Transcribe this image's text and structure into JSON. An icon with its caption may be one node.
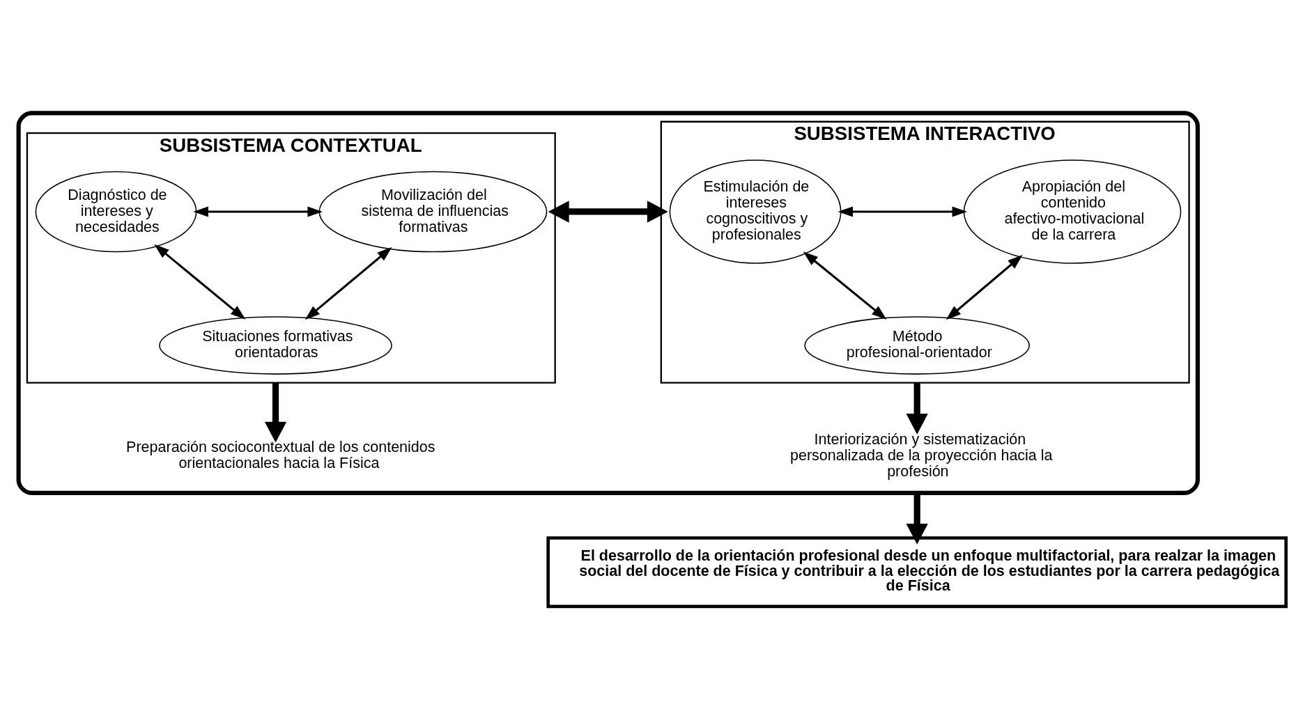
{
  "diagram": {
    "nodes": [
      {
        "text": [],
        "shape": "box"
      },
      {
        "text": [
          "SUBSISTEMA CONTEXTUAL"
        ],
        "in": 0
      },
      {
        "text": [
          "Diagnóstico de intereses y necesidades"
        ],
        "in": 1
      },
      {
        "text": [
          "Movilización del sistema de influencias formativas"
        ],
        "in": 1
      },
      {
        "text": [
          "Situaciones formativas orientadoras"
        ],
        "in": 1
      },
      {
        "text": [
          "SUBSISTEMA INTERACTIVO"
        ],
        "in": 0
      },
      {
        "text": [
          "Estimulación de intereses cognoscitivos y profesionales"
        ],
        "in": 5
      },
      {
        "text": [
          "Apropiación del contenido afectivo-motivacional de la carrera"
        ],
        "in": 5
      },
      {
        "text": [
          "Método profesional-orientador"
        ],
        "in": 5
      },
      {
        "text": [
          "Preparación sociocontextual de los contenidos orientacionales hacia la Física"
        ],
        "in": 0
      },
      {
        "text": [
          "Interiorización y sistematización personalizada de la proyección hacia la profesión"
        ],
        "in": 0
      },
      {
        "text": [
          "El desarrollo de la orientación profesional desde un enfoque multifactorial, para realzar la imagen social del docente de Física y contribuir a la elección de los estudiantes por la carrera pedagógica de Física"
        ]
      }
    ],
    "edges": [
      {
        "from": 2,
        "to": 3,
        "arrow": "both"
      },
      {
        "from": 2,
        "to": 4,
        "arrow": "both"
      },
      {
        "from": 3,
        "to": 4,
        "arrow": "both"
      },
      {
        "from": 1,
        "to": 5,
        "arrow": "both",
        "style": "thick"
      },
      {
        "from": 6,
        "to": 7,
        "arrow": "both"
      },
      {
        "from": 6,
        "to": 8,
        "arrow": "both"
      },
      {
        "from": 7,
        "to": 8,
        "arrow": "both"
      },
      {
        "from": 1,
        "to": 9,
        "arrow": "to",
        "style": "thick"
      },
      {
        "from": 5,
        "to": 10,
        "arrow": "to",
        "style": "thick"
      },
      {
        "from": 0,
        "to": 11,
        "arrow": "to",
        "style": "thick"
      }
    ]
  }
}
